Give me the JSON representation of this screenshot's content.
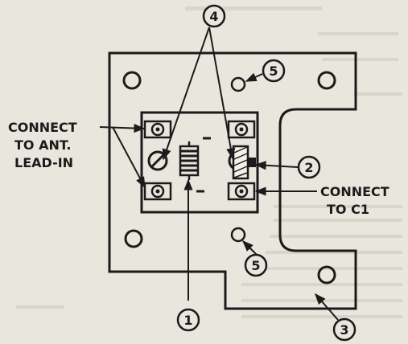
{
  "labels": {
    "connect_ant_line1": "CONNECT",
    "connect_ant_line2": "TO ANT.",
    "connect_ant_line3": "LEAD-IN",
    "connect_c1_line1": "CONNECT",
    "connect_c1_line2": "TO C1"
  },
  "callouts": {
    "c1": "1",
    "c2": "2",
    "c3": "3",
    "c4": "4",
    "c5a": "5",
    "c5b": "5"
  },
  "colors": {
    "paper": "#e9e6dd",
    "ink": "#1b1b1b"
  }
}
